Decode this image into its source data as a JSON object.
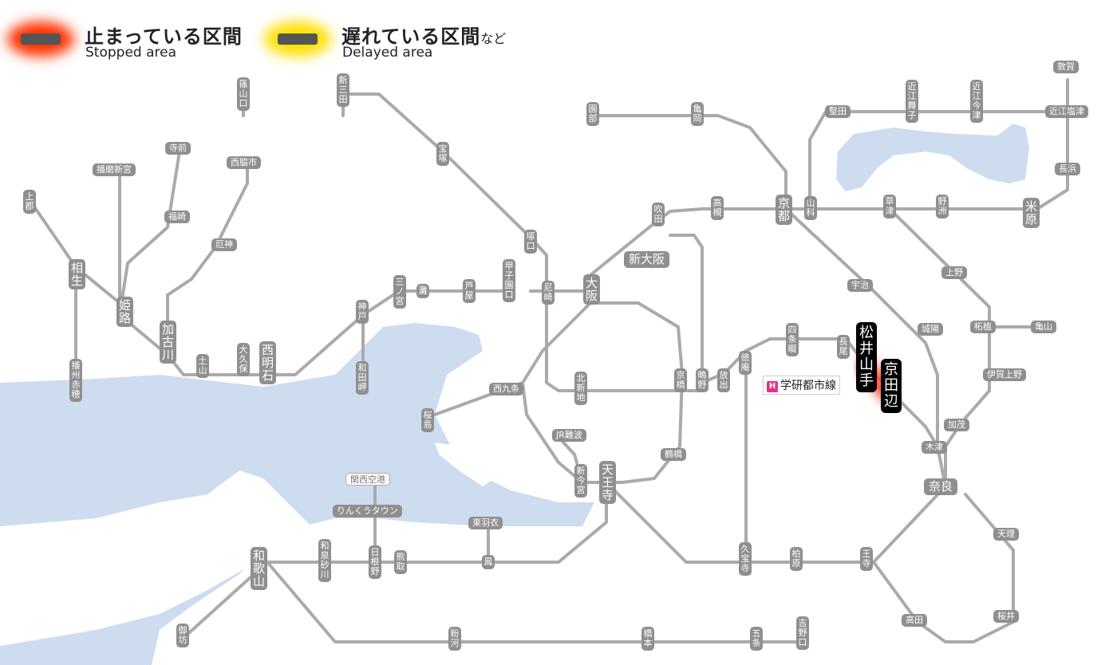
{
  "legend": {
    "stopped": {
      "title": "止まっている区間",
      "subtitle": "Stopped area",
      "glow_color": "#ff3000",
      "bar_color": "#555555"
    },
    "delayed": {
      "title": "遅れている区間",
      "suffix": "など",
      "subtitle": "Delayed area",
      "glow_color": "#ffe000",
      "bar_color": "#555555"
    }
  },
  "colors": {
    "line": "#aaaaaa",
    "station": "#8f8f8f",
    "sea": "#cedcf0",
    "stopped": "#ff2200"
  },
  "stations": {
    "sasayamaguchi": "篠山口",
    "shinsanda": "新三田",
    "takarazuka": "宝塚",
    "tsukaguchi": "塚口",
    "sonobe": "園部",
    "kameoka": "亀岡",
    "kyoto": "京都",
    "yamashina": "山科",
    "katata": "堅田",
    "omimaiko": "近江舞子",
    "omiimazu": "近江今津",
    "tsuruga": "敦賀",
    "omishiotsu": "近江塩津",
    "nagahama": "長浜",
    "maibara": "米原",
    "kusatsu": "草津",
    "yasu": "野洲",
    "takatsuki": "高槻",
    "suita": "吹田",
    "shinosaka": "新大阪",
    "uji": "宇治",
    "kizugawadai": "上野",
    "tsuge": "柘植",
    "kamo": "加茂",
    "kizu": "木津",
    "nara": "奈良",
    "iganoue": "伊賀上野",
    "kameyama": "亀山",
    "tenri": "天理",
    "sakurai": "桜井",
    "takada": "高田",
    "oji": "王寺",
    "kashiwara": "柏原",
    "kyuhoji": "久宝寺",
    "tennoji": "天王寺",
    "shinimamiya": "新今宮",
    "jrnamba": "JR難波",
    "nishikujo": "西九条",
    "sakurajima": "桜島",
    "osaka": "大阪",
    "kitashinchi": "北新地",
    "amagasaki": "尼崎",
    "koshienguchi": "甲子園口",
    "ashiya": "芦屋",
    "nada": "灘",
    "sannomiya": "三ノ宮",
    "kobe": "神戸",
    "wadamisaki": "和田岬",
    "nishiakashi": "西明石",
    "okubo": "大久保",
    "tsuchiyama": "土山",
    "kakogawa": "加古川",
    "himeji": "姫路",
    "aioi": "相生",
    "kamigori": "上郡",
    "banshuako": "播州赤穂",
    "harimashingu": "播磨新宮",
    "teramae": "寺前",
    "fukusaki": "福崎",
    "nishiwakishi": "西脇市",
    "yashiro": "厄神",
    "kyobashi": "京橋",
    "tsurumi": "鶴橋",
    "shigino": "鴫野",
    "hanaten": "放出",
    "tokuan": "徳庵",
    "shijonawate": "四条畷",
    "nagao": "長尾",
    "matsuiyamate": "松井山手",
    "kyotanabe": "京田辺",
    "joyo": "城陽",
    "kansaiairport": "関西空港",
    "rinku": "りんくうタウン",
    "izumisano": "日根野",
    "kumatori": "熊取",
    "higashihagoromo": "東羽衣",
    "otori": "鳳",
    "wakayama": "和歌山",
    "izumisunagawa": "和泉砂川",
    "gobo": "御坊",
    "kokawa": "粉河",
    "hashimoto": "橋本",
    "gojo": "五条",
    "yoshinoguchi": "吉野口"
  },
  "line_label": {
    "icon": "H",
    "text": "学研都市線"
  }
}
